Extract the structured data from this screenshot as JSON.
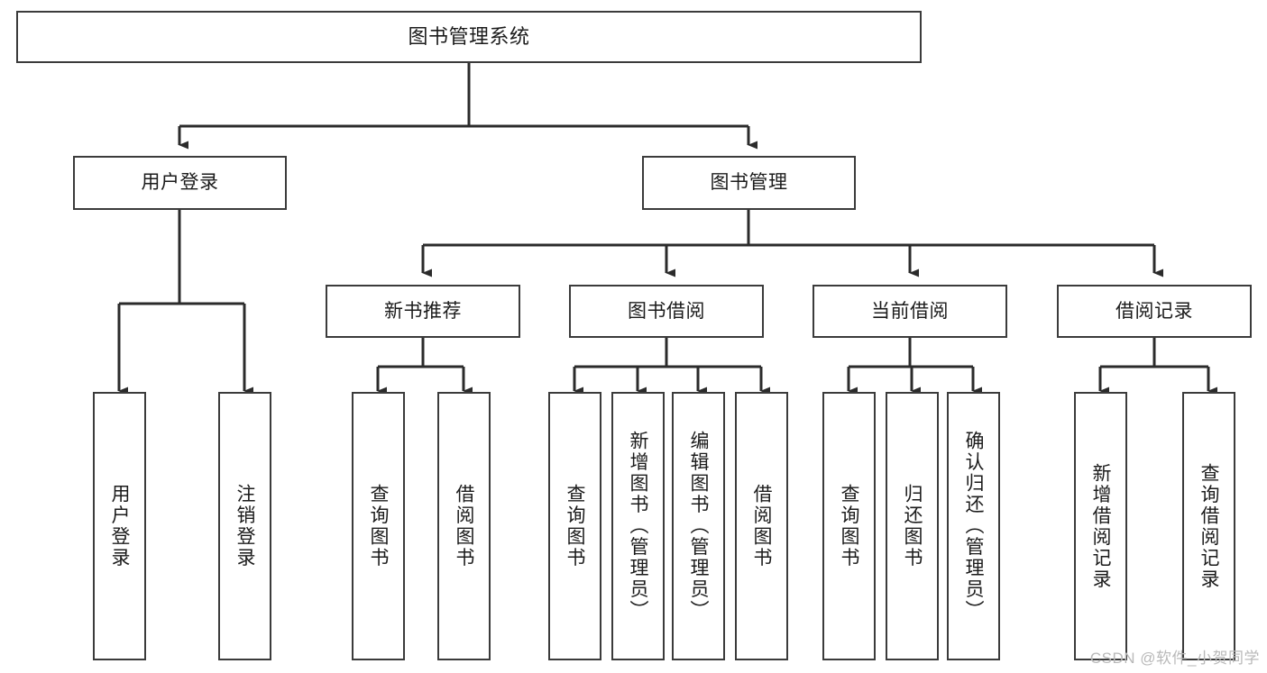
{
  "diagram": {
    "title": "图书管理系统",
    "type": "tree",
    "watermark": "CSDN @软件_小贺同学",
    "colors": {
      "box_stroke": "#3b3b3b",
      "box_fill": "#ffffff",
      "connector": "#2b2b2b",
      "text": "#1b1b1b",
      "watermark": "#b9b9b9"
    },
    "nodes": {
      "root": {
        "label": "图书管理系统"
      },
      "level1": [
        {
          "id": "user-login",
          "label": "用户登录"
        },
        {
          "id": "book-manage",
          "label": "图书管理"
        }
      ],
      "level2": [
        {
          "id": "new-book-recommend",
          "label": "新书推荐"
        },
        {
          "id": "book-borrow",
          "label": "图书借阅"
        },
        {
          "id": "current-borrow",
          "label": "当前借阅"
        },
        {
          "id": "borrow-record",
          "label": "借阅记录"
        }
      ],
      "leaves": {
        "user-login": [
          {
            "id": "leaf-user-login",
            "label": "用户登录"
          },
          {
            "id": "leaf-logout",
            "label": "注销登录"
          }
        ],
        "new-book-recommend": [
          {
            "id": "leaf-query-book-1",
            "label": "查询图书"
          },
          {
            "id": "leaf-borrow-book-1",
            "label": "借阅图书"
          }
        ],
        "book-borrow": [
          {
            "id": "leaf-query-book-2",
            "label": "查询图书"
          },
          {
            "id": "leaf-add-book",
            "label": "新增图书（管理员）"
          },
          {
            "id": "leaf-edit-book",
            "label": "编辑图书（管理员）"
          },
          {
            "id": "leaf-borrow-book-2",
            "label": "借阅图书"
          }
        ],
        "current-borrow": [
          {
            "id": "leaf-query-book-3",
            "label": "查询图书"
          },
          {
            "id": "leaf-return-book",
            "label": "归还图书"
          },
          {
            "id": "leaf-confirm-return",
            "label": "确认归还（管理员）"
          }
        ],
        "borrow-record": [
          {
            "id": "leaf-add-record",
            "label": "新增借阅记录"
          },
          {
            "id": "leaf-query-record",
            "label": "查询借阅记录"
          }
        ]
      }
    }
  }
}
